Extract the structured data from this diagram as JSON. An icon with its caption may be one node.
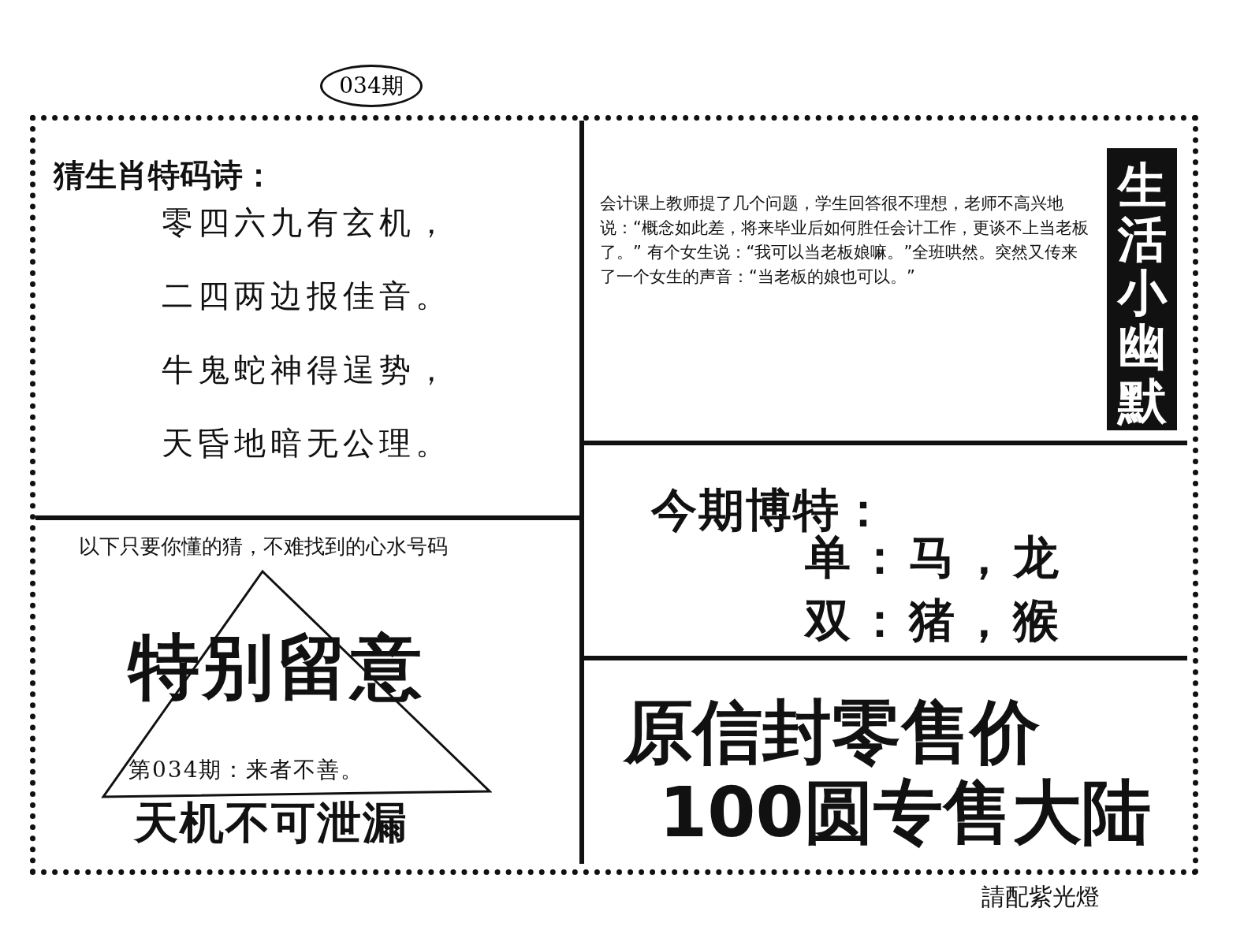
{
  "diagram": {
    "nodes": [
      {
        "text": [
          "034期"
        ]
      },
      {
        "text": [
          "猜生肖特码诗：",
          "零四六九有玄机，",
          "二四两边报佳音。",
          "牛鬼蛇神得逞势，",
          "天昏地暗无公理。"
        ]
      },
      {
        "text": [
          "以下只要你懂的猜，不难找到的心水号码",
          "天机不可泄漏"
        ]
      },
      {
        "text": [
          "特别留意",
          "第034期：来者不善。"
        ],
        "in": 2
      },
      {
        "text": [
          "会计课上教师提了几个问题，学生回答很不理想，老师不高兴地说：“概念如此差，将来毕业后如何胜任会计工作，更谈不上当老板了。” 有个女生说：“我可以当老板娘嘛。”全班哄然。突然又传来了一个女生的声音：“当老板的娘也可以。”"
        ]
      },
      {
        "text": [
          "生活小幽默"
        ],
        "in": 4
      },
      {
        "text": [
          "今期博特：",
          "单：马，龙",
          "双：猪，猴"
        ]
      },
      {
        "text": [
          "原信封零售价",
          "100圆专售大陆"
        ]
      }
    ],
    "labels": [
      "請配紫光燈"
    ]
  }
}
